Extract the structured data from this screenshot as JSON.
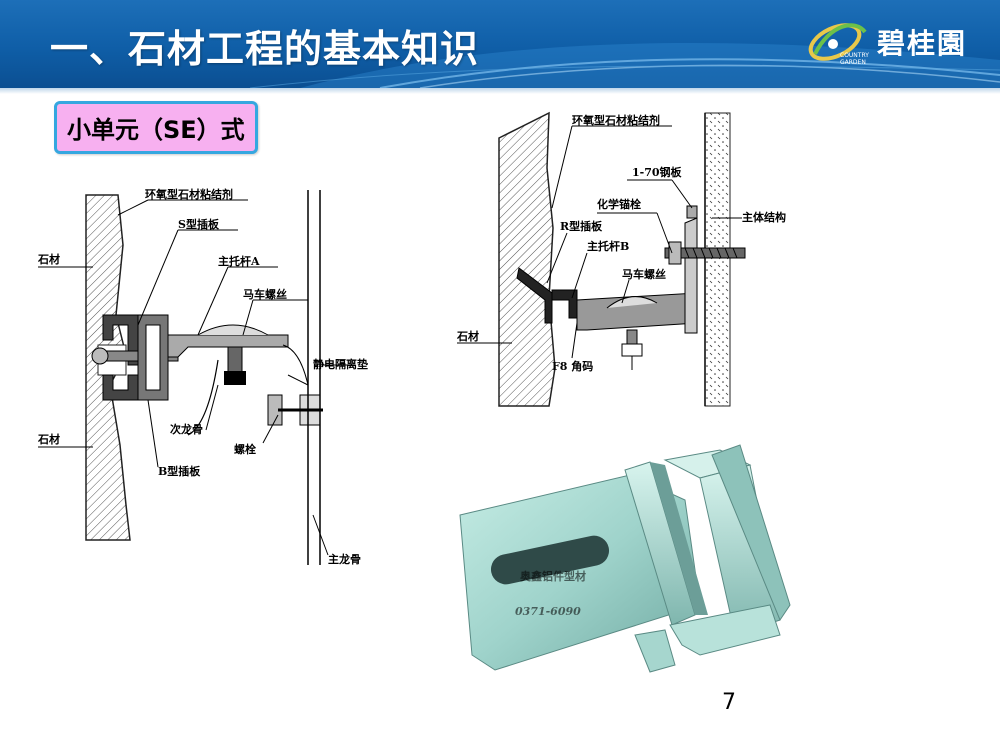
{
  "slide": {
    "title": "一、石材工程的基本知识",
    "subtitle_badge": "小单元（SE）式",
    "page_number": "7"
  },
  "logo": {
    "name": "碧桂園",
    "sub_line1": "COUNTRY",
    "sub_line2": "GARDEN"
  },
  "left_diagram": {
    "labels": {
      "epoxy": "环氧型石材粘结剂",
      "s_clip": "S型插板",
      "main_bracket": "主托杆A",
      "bolt": "马车螺丝",
      "stone_top": "石材",
      "stone_bottom": "石材",
      "isolation_pad": "静电隔离垫",
      "secondary_keel": "次龙骨",
      "screw": "螺栓",
      "b_clip": "B型插板",
      "main_keel": "主龙骨"
    }
  },
  "right_diagram": {
    "labels": {
      "epoxy": "环氧型石材粘结剂",
      "steel_plate": "1-70钢板",
      "chem_anchor": "化学锚栓",
      "main_structure": "主体结构",
      "r_clip": "R型插板",
      "main_bracket": "主托杆B",
      "bolt": "马车螺丝",
      "stone": "石材",
      "angle_code": "F8 角码"
    }
  },
  "photo": {
    "watermark_line1": "奥鑫铝件型材",
    "watermark_line2": "0371-6090"
  },
  "colors": {
    "header_blue": "#0f5ea7",
    "badge_fill": "#f7b0f0",
    "badge_border": "#35a7e0",
    "aluminum": "#a8d8d0"
  }
}
